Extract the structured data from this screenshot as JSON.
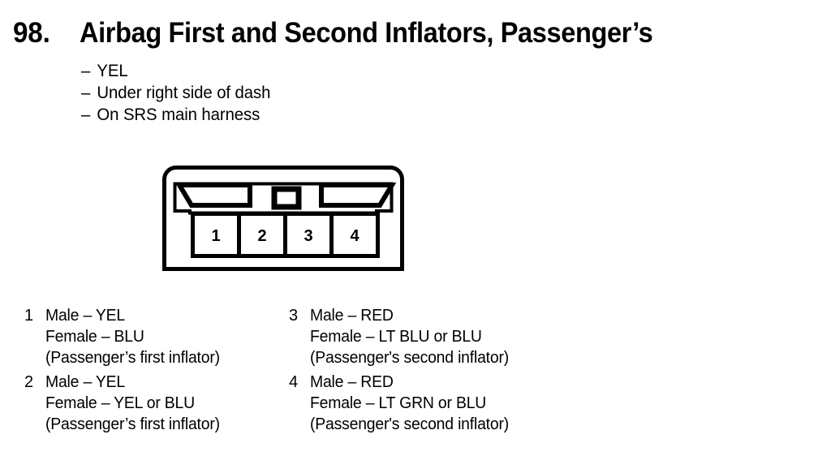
{
  "title": {
    "number": "98.",
    "text": "Airbag First and Second Inflators, Passenger’s"
  },
  "bullets": [
    {
      "dash": "–",
      "text": "YEL"
    },
    {
      "dash": "–",
      "text": "Under right side of dash"
    },
    {
      "dash": "–",
      "text": "On SRS main harness"
    }
  ],
  "connector": {
    "pins": [
      "1",
      "2",
      "3",
      "4"
    ],
    "outline_color": "#000000",
    "fill_color": "#ffffff"
  },
  "legend": {
    "left": [
      {
        "index": "1",
        "male": "Male – YEL",
        "female": "Female – BLU",
        "note": "(Passenger’s first inflator)"
      },
      {
        "index": "2",
        "male": "Male – YEL",
        "female": "Female – YEL or BLU",
        "note": "(Passenger’s first inflator)"
      }
    ],
    "right": [
      {
        "index": "3",
        "male": "Male – RED",
        "female": "Female – LT BLU or BLU",
        "note": "(Passenger's second inflator)"
      },
      {
        "index": "4",
        "male": "Male – RED",
        "female": "Female – LT GRN or BLU",
        "note": "(Passenger's second inflator)"
      }
    ]
  }
}
